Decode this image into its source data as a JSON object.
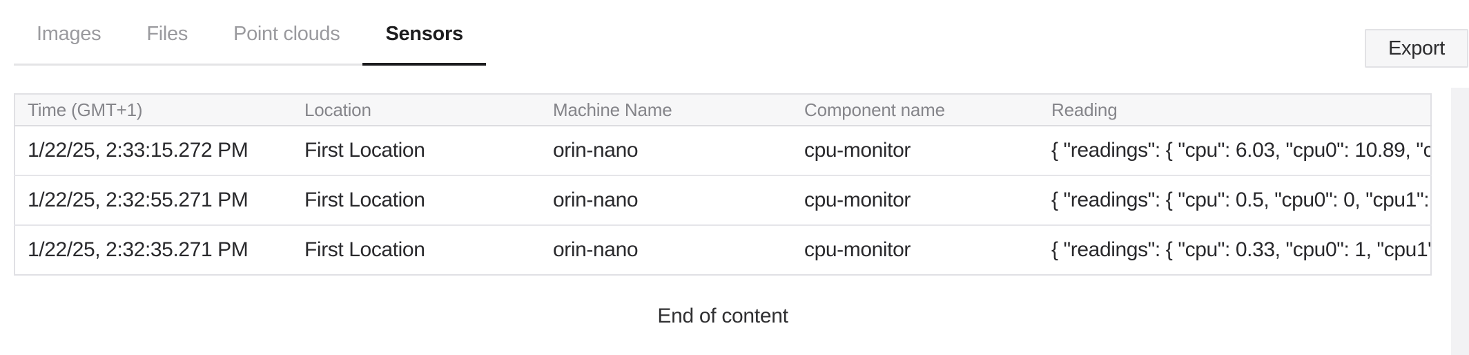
{
  "tabs": [
    {
      "label": "Images",
      "active": false
    },
    {
      "label": "Files",
      "active": false
    },
    {
      "label": "Point clouds",
      "active": false
    },
    {
      "label": "Sensors",
      "active": true
    }
  ],
  "export_button": {
    "label": "Export"
  },
  "table": {
    "columns": [
      "Time (GMT+1)",
      "Location",
      "Machine Name",
      "Component name",
      "Reading"
    ],
    "rows": [
      {
        "time": "1/22/25, 2:33:15.272 PM",
        "location": "First Location",
        "machine": "orin-nano",
        "component": "cpu-monitor",
        "reading": "{ \"readings\": { \"cpu\": 6.03, \"cpu0\": 10.89, \"c..."
      },
      {
        "time": "1/22/25, 2:32:55.271 PM",
        "location": "First Location",
        "machine": "orin-nano",
        "component": "cpu-monitor",
        "reading": "{ \"readings\": { \"cpu\": 0.5, \"cpu0\": 0, \"cpu1\": ..."
      },
      {
        "time": "1/22/25, 2:32:35.271 PM",
        "location": "First Location",
        "machine": "orin-nano",
        "component": "cpu-monitor",
        "reading": "{ \"readings\": { \"cpu\": 0.33, \"cpu0\": 1, \"cpu1\"..."
      }
    ],
    "footer": "End of content"
  },
  "colors": {
    "active_tab": "#1c1c1e",
    "inactive_tab": "#9a9a9e",
    "header_bg": "#f7f7f8",
    "header_text": "#85858a",
    "cell_text": "#29292c",
    "border": "#e0e0e4"
  }
}
